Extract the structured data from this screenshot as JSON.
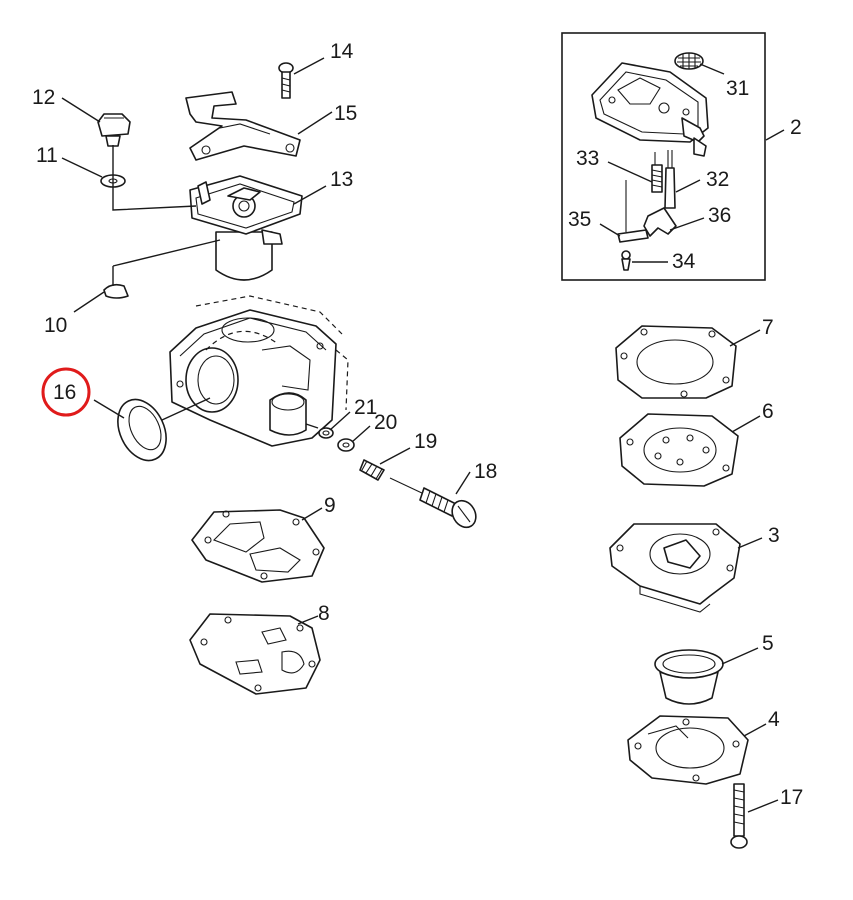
{
  "labels": {
    "p2": "2",
    "p3": "3",
    "p4": "4",
    "p5": "5",
    "p6": "6",
    "p7": "7",
    "p8": "8",
    "p9": "9",
    "p10": "10",
    "p11": "11",
    "p12": "12",
    "p13": "13",
    "p14": "14",
    "p15": "15",
    "p16": "16",
    "p17": "17",
    "p18": "18",
    "p19": "19",
    "p20": "20",
    "p21": "21",
    "p31": "31",
    "p32": "32",
    "p33": "33",
    "p34": "34",
    "p35": "35",
    "p36": "36"
  },
  "highlight": {
    "part": "16",
    "color": "#e01b1b"
  },
  "ink_color": "#1a1a1a"
}
